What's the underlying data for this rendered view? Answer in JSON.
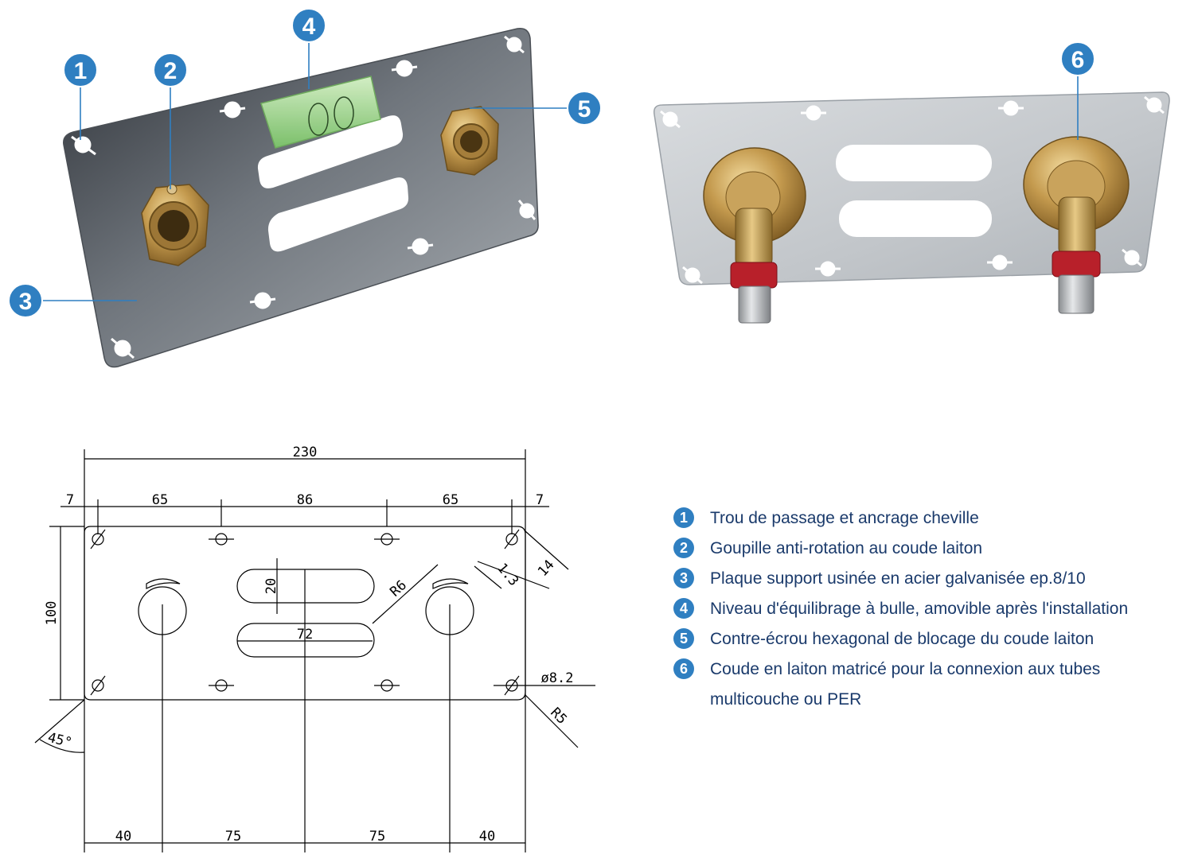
{
  "callouts": [
    "1",
    "2",
    "3",
    "4",
    "5",
    "6"
  ],
  "drawing": {
    "overall_width": "230",
    "edge_left": "7",
    "edge_right": "7",
    "spacing_left": "65",
    "spacing_mid": "86",
    "spacing_right": "65",
    "height": "100",
    "slot_height": "20",
    "slot_length": "72",
    "slot_radius": "R6",
    "hole_dim_1": "1.3",
    "hole_dim_2": "14",
    "hole_diameter": "ø8.2",
    "corner_radius": "R5",
    "chamfer_angle": "45°",
    "bottom_1": "40",
    "bottom_2": "75",
    "bottom_3": "75",
    "bottom_4": "40"
  },
  "legend": [
    {
      "num": "1",
      "text": "Trou de passage et ancrage cheville"
    },
    {
      "num": "2",
      "text": "Goupille anti-rotation au coude laiton"
    },
    {
      "num": "3",
      "text": "Plaque support usinée en acier galvanisée ep.8/10"
    },
    {
      "num": "4",
      "text": "Niveau d'équilibrage à bulle, amovible après l'installation"
    },
    {
      "num": "5",
      "text": "Contre-écrou hexagonal de blocage du coude laiton"
    },
    {
      "num": "6",
      "text": "Coude en laiton matricé pour la connexion aux tubes multicouche ou PER"
    }
  ],
  "colors": {
    "badge": "#2f7fc1",
    "legend_text": "#1a3a6b",
    "plate_dark": "#5a6068",
    "plate_light": "#c9cdd1",
    "brass": "#b8934a",
    "ring_red": "#b8202a",
    "level_green": "#9fd88a"
  }
}
